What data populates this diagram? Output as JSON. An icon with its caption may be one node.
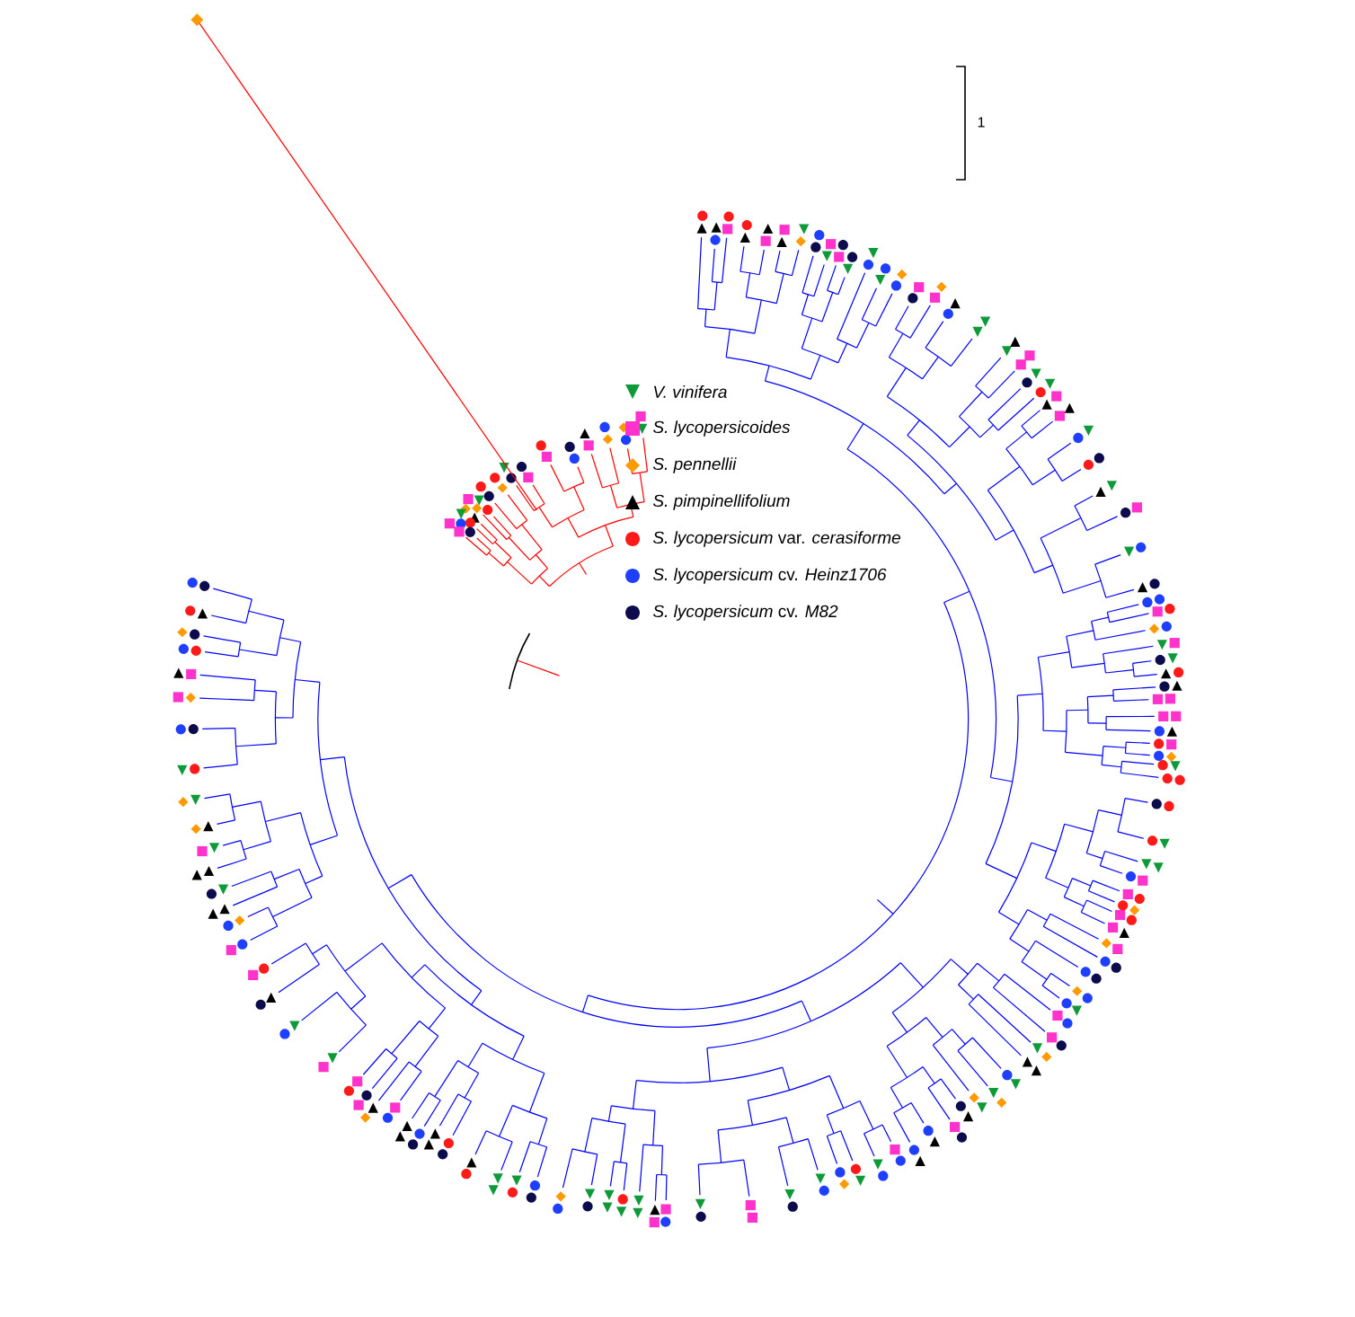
{
  "diagram": {
    "labels": [
      "1"
    ],
    "legend": [
      {
        "text": "*V. vinifera*"
      },
      {
        "text": "*S. lycopersicoides*"
      },
      {
        "text": "*S. pennellii*"
      },
      {
        "text": "*S. pimpinellifolium*"
      },
      {
        "text": "*S. lycopersicum* var. *cerasiforme*"
      },
      {
        "text": "*S. lycopersicum* cv. *Heinz1706*"
      },
      {
        "text": "*S. lycopersicum* cv. *M82*"
      }
    ]
  }
}
